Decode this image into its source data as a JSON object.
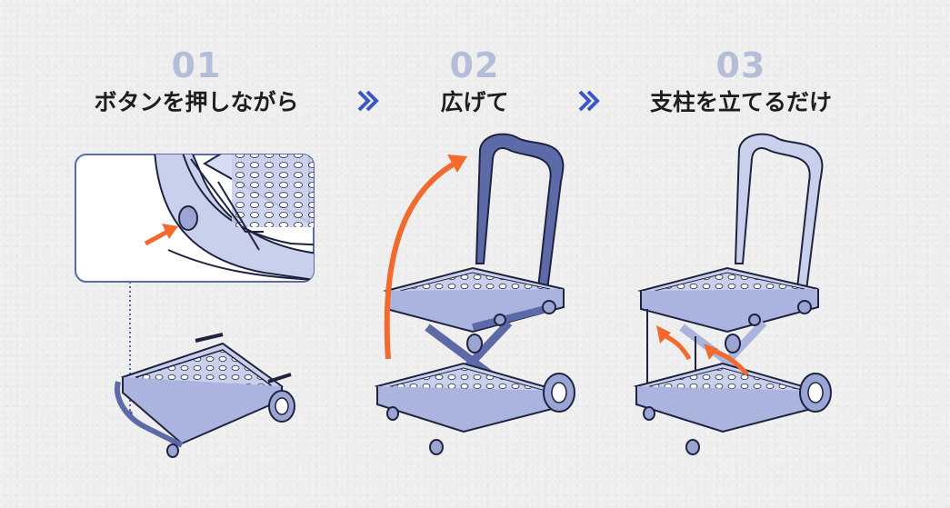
{
  "steps": [
    {
      "number": "01",
      "label": "ボタンを押しながら"
    },
    {
      "number": "02",
      "label": "広げて"
    },
    {
      "number": "03",
      "label": "支柱を立てるだけ"
    }
  ],
  "colors": {
    "number": "#b4bed9",
    "label": "#1e1e1e",
    "arrow": "#f26a2e",
    "chevron": "#3a55c6",
    "frame": "#5c6aa8",
    "frame_fill": "#c9d0ec",
    "outline": "#1f2340"
  },
  "icons": [
    "chevron-double-right-icon",
    "orange-arrow-icon"
  ]
}
